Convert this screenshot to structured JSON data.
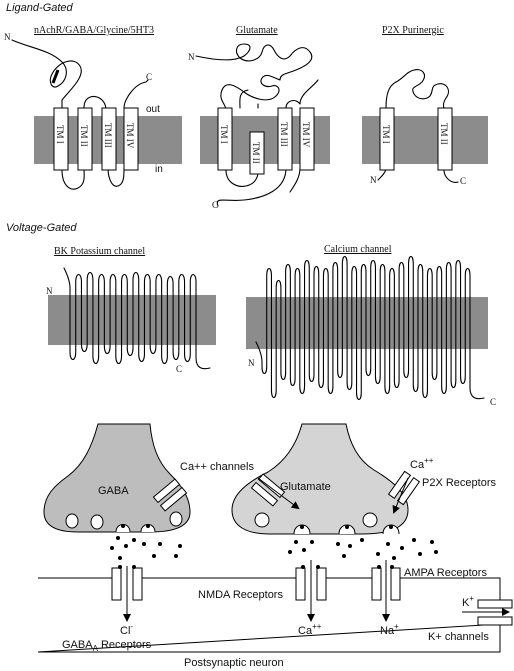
{
  "ligand_section": {
    "title": "Ligand-Gated",
    "receptors": {
      "nachr": {
        "label": "nAchR/GABA/Glycine/5HT3",
        "tm": [
          "TM I",
          "TM II",
          "TM III",
          "TM IV"
        ]
      },
      "glutamate": {
        "label": "Glutamate",
        "tm": [
          "TM I",
          "TM II",
          "TM III",
          "TM IV"
        ]
      },
      "p2x": {
        "label": "P2X Purinergic",
        "tm": [
          "TM I",
          "TM II"
        ]
      }
    },
    "side_out": "out",
    "side_in": "in"
  },
  "voltage_section": {
    "title": "Voltage-Gated",
    "bk_label": "BK Potassium channel",
    "calcium_label": "Calcium channel"
  },
  "termini": {
    "n": "N",
    "c": "C"
  },
  "synapse": {
    "gaba_terminal": "GABA",
    "glutamate_terminal": "Glutamate",
    "ca_channels": "Ca++ channels",
    "ca_top": "Ca",
    "ca_top_sup": "++",
    "p2x_receptors": "P2X Receptors",
    "nmda_receptors": "NMDA Receptors",
    "ampa_receptors": "AMPA Receptors",
    "cl": "Cl",
    "cl_sup": "-",
    "gaba_a_pre": "GABA",
    "gaba_a_sub": "A",
    "gaba_a_post": " Receptors",
    "ca_ion": "Ca",
    "ca_ion_sup": "++",
    "na_ion": "Na",
    "na_ion_sup": "+",
    "k_ion": "K",
    "k_ion_sup": "+",
    "k_channels": "K+ channels",
    "postsynaptic": "Postsynaptic neuron"
  }
}
